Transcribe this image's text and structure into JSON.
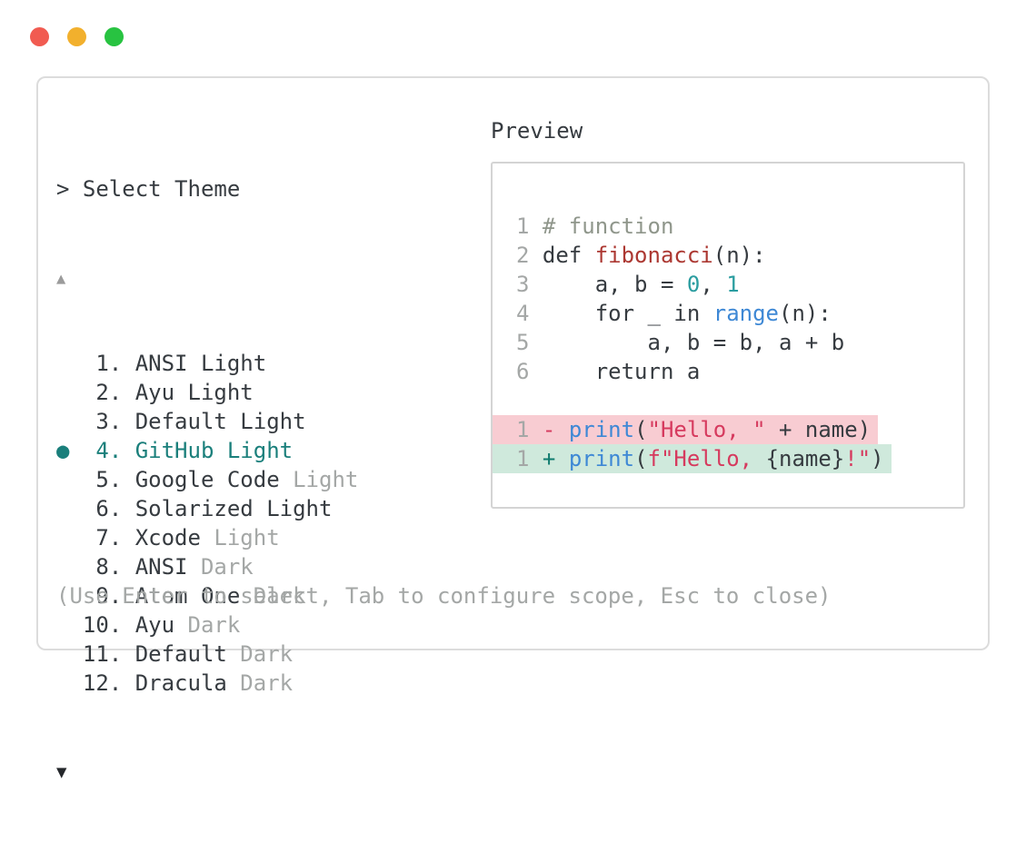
{
  "window_controls": {
    "close": "close",
    "minimize": "minimize",
    "maximize": "maximize"
  },
  "theme_picker": {
    "prompt": "> Select Theme",
    "scroll_up_indicator": "▲",
    "scroll_down_indicator": "▼",
    "selected_bullet": "●",
    "items": [
      {
        "num": "1.",
        "name": "ANSI",
        "suffix": "Light",
        "muted": false,
        "selected": false
      },
      {
        "num": "2.",
        "name": "Ayu",
        "suffix": "Light",
        "muted": false,
        "selected": false
      },
      {
        "num": "3.",
        "name": "Default",
        "suffix": "Light",
        "muted": false,
        "selected": false
      },
      {
        "num": "4.",
        "name": "GitHub",
        "suffix": "Light",
        "muted": false,
        "selected": true
      },
      {
        "num": "5.",
        "name": "Google Code",
        "suffix": "Light",
        "muted": true,
        "selected": false
      },
      {
        "num": "6.",
        "name": "Solarized",
        "suffix": "Light",
        "muted": false,
        "selected": false
      },
      {
        "num": "7.",
        "name": "Xcode",
        "suffix": "Light",
        "muted": true,
        "selected": false
      },
      {
        "num": "8.",
        "name": "ANSI",
        "suffix": "Dark",
        "muted": true,
        "selected": false
      },
      {
        "num": "9.",
        "name": "Atom One",
        "suffix": "Dark",
        "muted": true,
        "selected": false
      },
      {
        "num": "10.",
        "name": "Ayu",
        "suffix": "Dark",
        "muted": true,
        "selected": false
      },
      {
        "num": "11.",
        "name": "Default",
        "suffix": "Dark",
        "muted": true,
        "selected": false
      },
      {
        "num": "12.",
        "name": "Dracula",
        "suffix": "Dark",
        "muted": true,
        "selected": false
      }
    ],
    "help_text": "(Use Enter to select, Tab to configure scope, Esc to close)"
  },
  "preview": {
    "label": "Preview",
    "code_lines": [
      {
        "num": "1",
        "tokens": [
          {
            "t": "# function",
            "s": "comment"
          }
        ]
      },
      {
        "num": "2",
        "tokens": [
          {
            "t": "def ",
            "s": "plain"
          },
          {
            "t": "fibonacci",
            "s": "red"
          },
          {
            "t": "(n):",
            "s": "plain"
          }
        ]
      },
      {
        "num": "3",
        "tokens": [
          {
            "t": "    a, b = ",
            "s": "plain"
          },
          {
            "t": "0",
            "s": "teal"
          },
          {
            "t": ", ",
            "s": "plain"
          },
          {
            "t": "1",
            "s": "teal"
          }
        ]
      },
      {
        "num": "4",
        "tokens": [
          {
            "t": "    for _ in ",
            "s": "plain"
          },
          {
            "t": "range",
            "s": "blue"
          },
          {
            "t": "(n):",
            "s": "plain"
          }
        ]
      },
      {
        "num": "5",
        "tokens": [
          {
            "t": "        a, b = b, a + b",
            "s": "plain"
          }
        ]
      },
      {
        "num": "6",
        "tokens": [
          {
            "t": "    return a",
            "s": "plain"
          }
        ]
      },
      {
        "blank": true
      },
      {
        "num": "1",
        "bg": "removed",
        "tokens": [
          {
            "t": "- ",
            "s": "crimson"
          },
          {
            "t": "print",
            "s": "blue"
          },
          {
            "t": "(",
            "s": "plain"
          },
          {
            "t": "\"Hello, \"",
            "s": "crimson"
          },
          {
            "t": " + name)",
            "s": "plain"
          }
        ]
      },
      {
        "num": "1",
        "bg": "added",
        "tokens": [
          {
            "t": "+ ",
            "s": "plus"
          },
          {
            "t": "print",
            "s": "blue"
          },
          {
            "t": "(",
            "s": "plain"
          },
          {
            "t": "f\"Hello, ",
            "s": "crimson"
          },
          {
            "t": "{name}",
            "s": "plain"
          },
          {
            "t": "!\"",
            "s": "crimson"
          },
          {
            "t": ")",
            "s": "plain"
          }
        ]
      }
    ]
  },
  "colors": {
    "text": "#363b40",
    "muted": "#a4a7a6",
    "accent_selected": "#1a7f7b",
    "comment": "#8f968b",
    "function_red": "#ac3832",
    "number_teal": "#2b9da0",
    "builtin_blue": "#3e88d5",
    "string_crimson": "#d63a5e",
    "diff_plus_teal": "#0f7b6e",
    "diff_removed_bg": "#f8ccd2",
    "diff_added_bg": "#cfe9dc",
    "traffic_red": "#f15b51",
    "traffic_yellow": "#f2b02d",
    "traffic_green": "#28c341"
  }
}
